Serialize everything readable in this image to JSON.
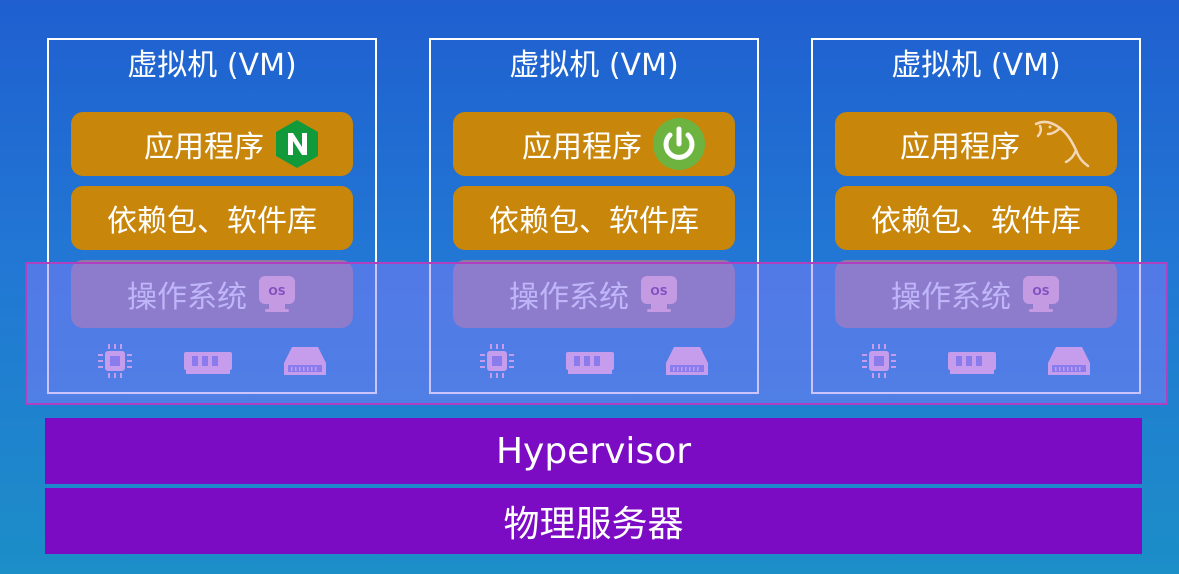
{
  "vms": [
    {
      "title": "虚拟机 (VM)",
      "app_label": "应用程序",
      "app_icon": "nginx-icon",
      "deps_label": "依赖包、软件库",
      "os_label": "操作系统",
      "os_badge": "OS"
    },
    {
      "title": "虚拟机 (VM)",
      "app_label": "应用程序",
      "app_icon": "spring-power-icon",
      "deps_label": "依赖包、软件库",
      "os_label": "操作系统",
      "os_badge": "OS"
    },
    {
      "title": "虚拟机 (VM)",
      "app_label": "应用程序",
      "app_icon": "mysql-dolphin-icon",
      "deps_label": "依赖包、软件库",
      "os_label": "操作系统",
      "os_badge": "OS"
    }
  ],
  "hardware_icons": [
    "cpu-chip-icon",
    "memory-ram-icon",
    "hard-drive-icon"
  ],
  "hypervisor_label": "Hypervisor",
  "physical_server_label": "物理服务器",
  "colors": {
    "background_top": "#1f5fd0",
    "background_bottom": "#1c8ec8",
    "app_bar": "#c8860a",
    "os_bar": "#8f7aa3",
    "overlay": "#8c7dff",
    "overlay_border": "#b040c0",
    "layer": "#7c0cc4",
    "nginx_green": "#119a3a",
    "spring_green": "#6db33f",
    "os_badge_bg": "#f2b4cc"
  }
}
